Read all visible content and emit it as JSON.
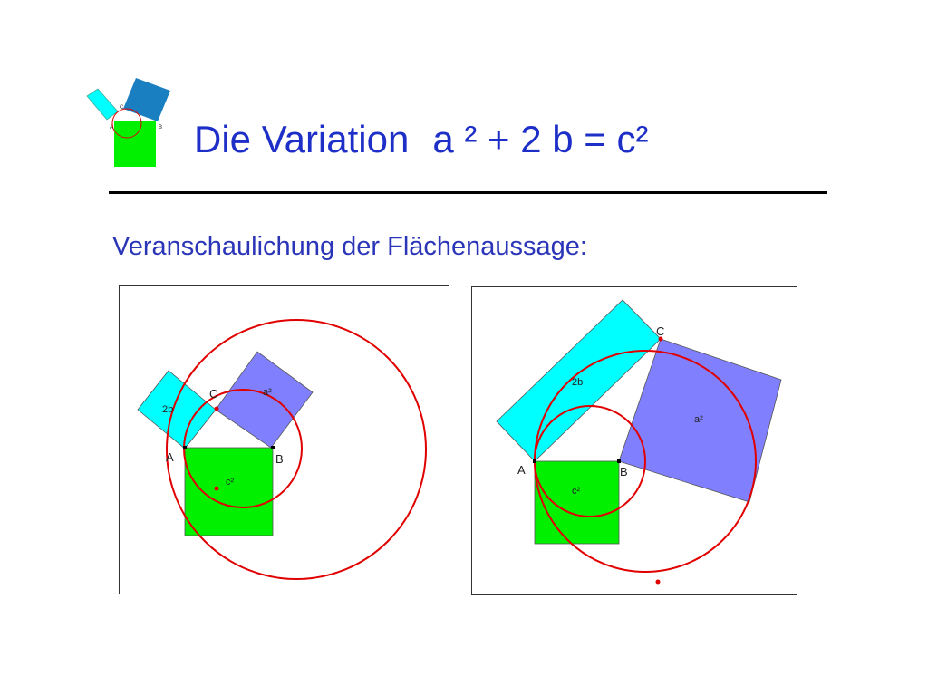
{
  "slide": {
    "title_prefix": "Die Variation",
    "title_formula": "a ² + 2 b = c²",
    "subtitle": "Veranschaulichung der Flächenaussage:"
  },
  "colors": {
    "title": "#1e2fc8",
    "square_c": "#00f000",
    "rect_2b": "#00ffff",
    "square_a": "#8080ff",
    "circle": "#e00000",
    "logo_square_a": "#1a7fc0"
  },
  "logo": {
    "labels": {
      "A": "A",
      "B": "B",
      "C": "C"
    }
  },
  "diagrams": [
    {
      "labels": {
        "A": "A",
        "B": "B",
        "C": "C",
        "two_b": "2b",
        "a2": "a²",
        "c2": "c²"
      }
    },
    {
      "labels": {
        "A": "A",
        "B": "B",
        "C": "C",
        "two_b": "2b",
        "a2": "a²",
        "c2": "c²"
      }
    }
  ]
}
